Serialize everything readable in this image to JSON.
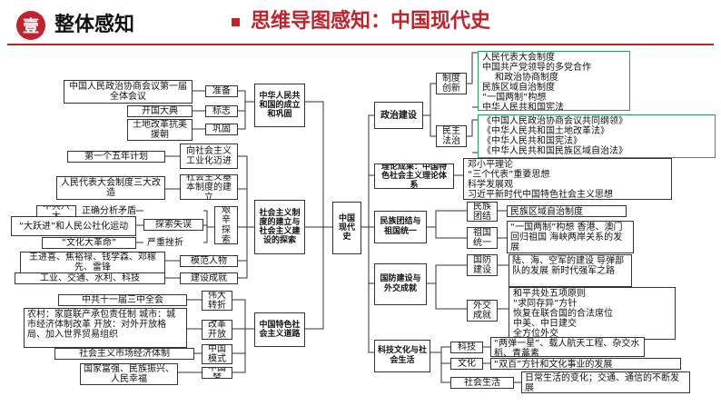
{
  "header": {
    "badge": "壹",
    "title": "整体感知",
    "subtitle": "思维导图感知：中国现代史"
  },
  "center": "中国现代史",
  "left": {
    "b1": {
      "title": "中华人民共和国的成立和巩固",
      "mids": [
        "准备",
        "标志",
        "巩固"
      ],
      "leaves": [
        "中国人民政治协商会议第一届全体会议",
        "开国大典",
        "土地改革抗美援朝"
      ]
    },
    "b2": {
      "title": "社会主义制度的建立与社会主义建设的探索",
      "mid1": "向社会主义工业化迈进",
      "mid2": "社会主义基本制度的建立",
      "mid3": "艰辛探索",
      "mid4": "模范人物",
      "mid5": "建设成就",
      "leaf1": "第一个五年计划",
      "leaf2": "人民代表大会制度三大改造",
      "leaf3": "中共八大",
      "leaf3b": "正确分析矛盾",
      "leaf4": "“大跃进”和人民公社化运动",
      "leaf4b": "探索失误",
      "leaf5": "“文化大革命”",
      "leaf5b": "严重挫折",
      "leaf6": "王进喜、焦裕禄、钱学森、邓稼先、雷锋",
      "leaf7": "工业、交通、水利、科技"
    },
    "b3": {
      "title": "中国特色社会主义道路",
      "mid1": "伟大转折",
      "mid2": "改革开放",
      "mid3": "中国模式",
      "mid4": "中国梦",
      "leaf1": "中共十一届三中全会",
      "leaf2": "农村：家庭联产承包责任制 城市：城市经济体制改革 开放：对外开放格局、加入世界贸易组织",
      "leaf3": "社会主义市场经济体制",
      "leaf4": "国家富强、民族振兴、人民幸福"
    }
  },
  "right": {
    "r1": {
      "title": "政治建设",
      "mid1": "制度创新",
      "mid2": "民主法治",
      "list1": [
        "人民代表大会制度",
        "中国共产党领导的多党合作",
        "和政治协商制度",
        "民族区域自治制度",
        "“一国两制”构想",
        "中华人民共和国宪法"
      ],
      "list2": [
        "《中国人民政治协商会议共同纲领》",
        "《中华人民共和国土地改革法》",
        "《中华人民共和国宪法》",
        "《中华人民共和国民族区域自治法》"
      ]
    },
    "r2": {
      "title": "理论成果：中国特色社会主义理论体系",
      "list": [
        "邓小平理论",
        "“三个代表”重要思想",
        "科学发展观",
        "习近平新时代中国特色社会主义思想"
      ]
    },
    "r3": {
      "title": "民族团结与祖国统一",
      "mid1": "民族团结",
      "mid2": "祖国统一",
      "leaf1": "民族区域自治制度",
      "leaf2": "“一国两制”构想 香港、澳门回归祖国 海峡两岸关系的发展"
    },
    "r4": {
      "title": "国防建设与外交成就",
      "mid1": "国防建设",
      "mid2": "外交成就",
      "leaf1": "陆、海、空军的建设 导弹部队的发展 新时代强军之路",
      "list2": [
        "和平共处五项原则",
        "“求同存异”方针",
        "恢复在联合国的合法席位",
        "中美、中日建交",
        "全方位外交"
      ]
    },
    "r5": {
      "title": "科技文化与社会生活",
      "mid1": "科技",
      "mid2": "文化",
      "mid3": "社会生活",
      "leaf1": "“两弹一星”、载人航天工程、杂交水稻、青蒿素",
      "leaf2": "“双百”方针和文化事业的发展",
      "leaf3": "日常生活的变化；交通、通信的不断发展"
    }
  }
}
